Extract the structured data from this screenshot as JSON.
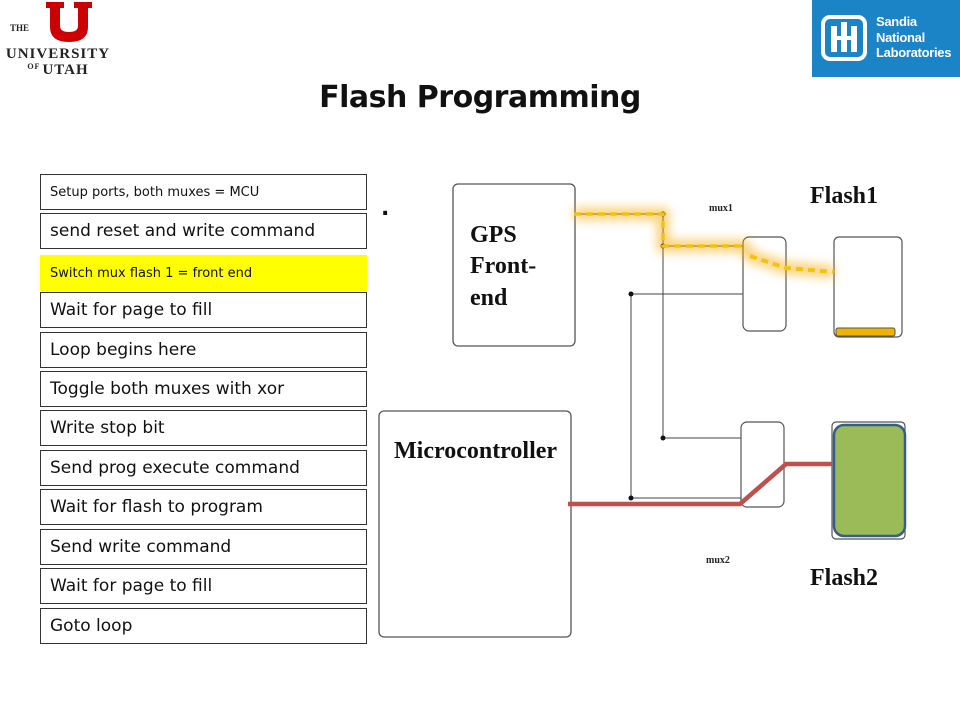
{
  "header": {
    "title": "Flash Programming",
    "left_logo": {
      "line1": "THE",
      "line2": "UNIVERSITY",
      "line3_prefix": "OF",
      "line3": "UTAH"
    },
    "right_logo": {
      "lines": [
        "Sandia",
        "National",
        "Laboratories"
      ],
      "bg_color": "#1a84c7"
    }
  },
  "steps": [
    {
      "label": "Setup ports, both muxes = MCU",
      "highlight": false
    },
    {
      "label": "send reset and write command",
      "highlight": false
    },
    {
      "label": "Switch mux flash 1 = front end",
      "highlight": true
    },
    {
      "label": "Wait for page to fill",
      "highlight": false
    },
    {
      "label": "Loop begins here",
      "highlight": false
    },
    {
      "label": "Toggle both muxes with xor",
      "highlight": false
    },
    {
      "label": "Write stop bit",
      "highlight": false
    },
    {
      "label": "Send prog execute command",
      "highlight": false
    },
    {
      "label": "Wait for flash to program",
      "highlight": false
    },
    {
      "label": "Send write command",
      "highlight": false
    },
    {
      "label": "Wait for page to fill",
      "highlight": false
    },
    {
      "label": "Goto loop",
      "highlight": false
    }
  ],
  "diagram": {
    "gps_label": [
      "GPS",
      "Front-",
      "end"
    ],
    "mcu_label": "Microcontroller",
    "flash1_label": "Flash1",
    "flash2_label": "Flash2",
    "mux1_label": "mux1",
    "mux2_label": "mux2",
    "dot_label": ".",
    "colors": {
      "active_path_orange": "#f5a800",
      "active_path_yellow": "#f2c40f",
      "red_path": "#c0504d",
      "flash2_fill": "#9bbb59",
      "flash2_border": "#385d8a",
      "flash1_bar": "#f0b400"
    }
  }
}
